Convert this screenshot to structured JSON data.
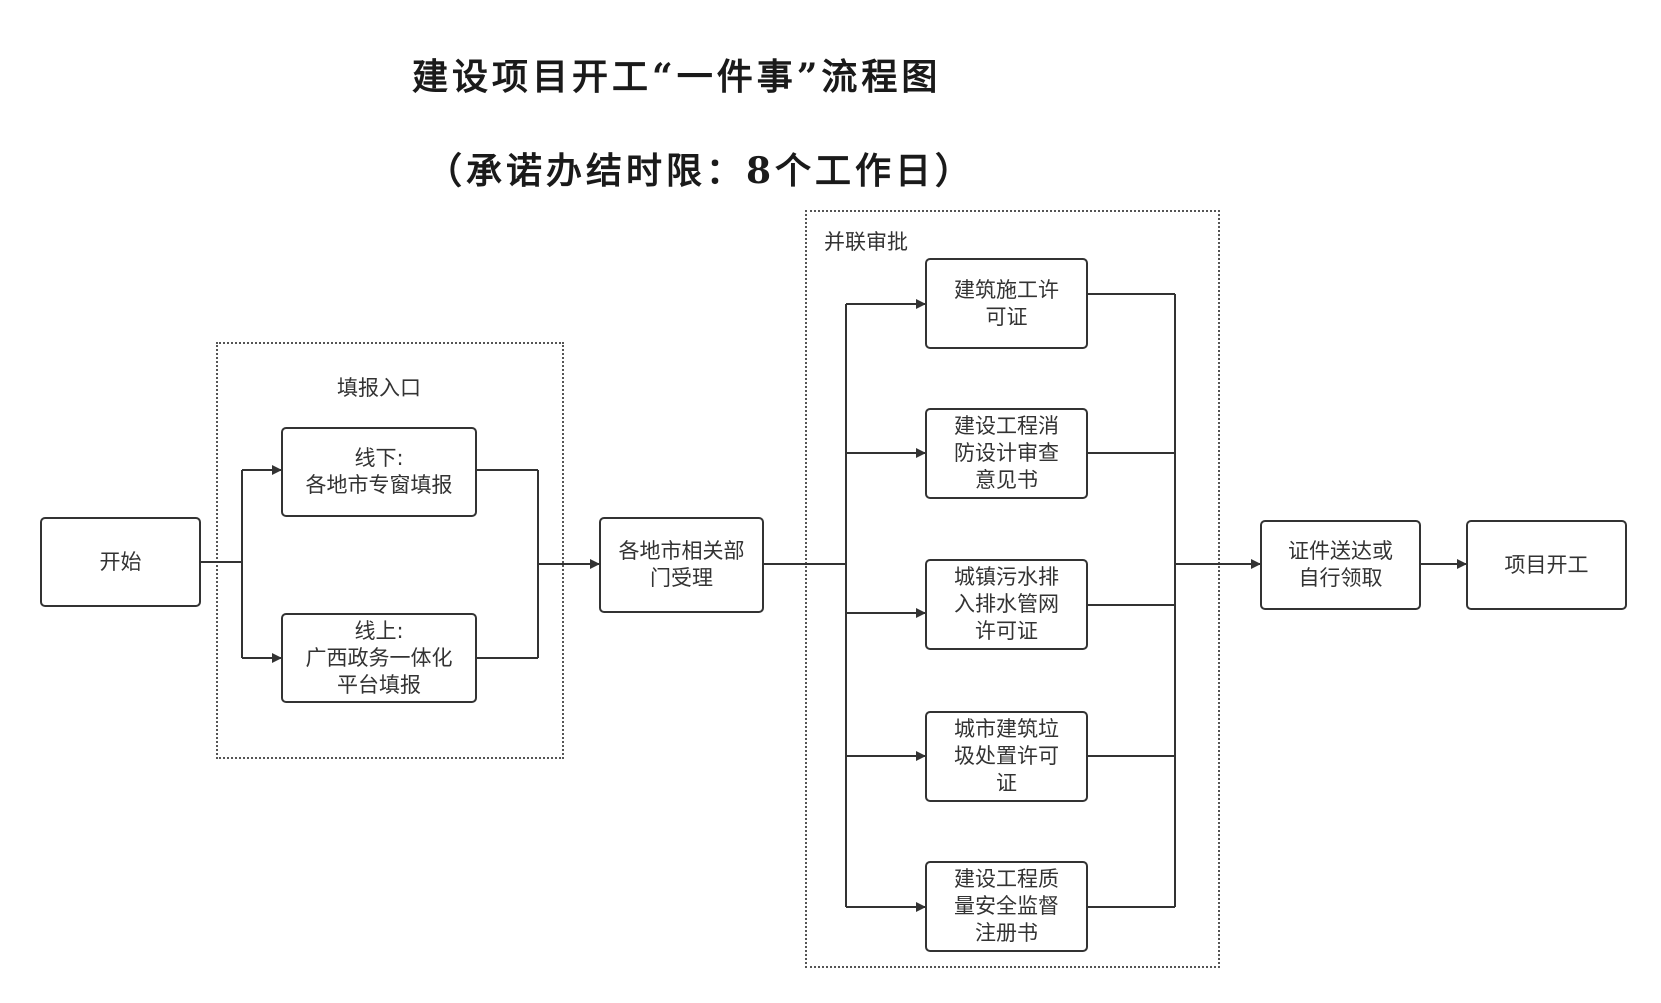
{
  "title": "建设项目开工“一件事”流程图",
  "subtitle": "（承诺办结时限：8个工作日）",
  "groups": {
    "entry": {
      "label": "填报入口"
    },
    "parallel": {
      "label": "并联审批"
    }
  },
  "nodes": {
    "start": "开始",
    "offline": "线下:\n各地市专窗填报",
    "online": "线上:\n广西政务一体化\n平台填报",
    "accept": "各地市相关部\n门受理",
    "permit_construction": "建筑施工许\n可证",
    "fire_design": "建设工程消\n防设计审查\n意见书",
    "drainage_permit": "城镇污水排\n入排水管网\n许可证",
    "waste_permit": "城市建筑垃\n圾处置许可\n证",
    "quality_safety": "建设工程质\n量安全监督\n注册书",
    "delivery": "证件送达或\n自行领取",
    "project_start": "项目开工"
  },
  "colors": {
    "line": "#333333",
    "border": "#333333"
  }
}
